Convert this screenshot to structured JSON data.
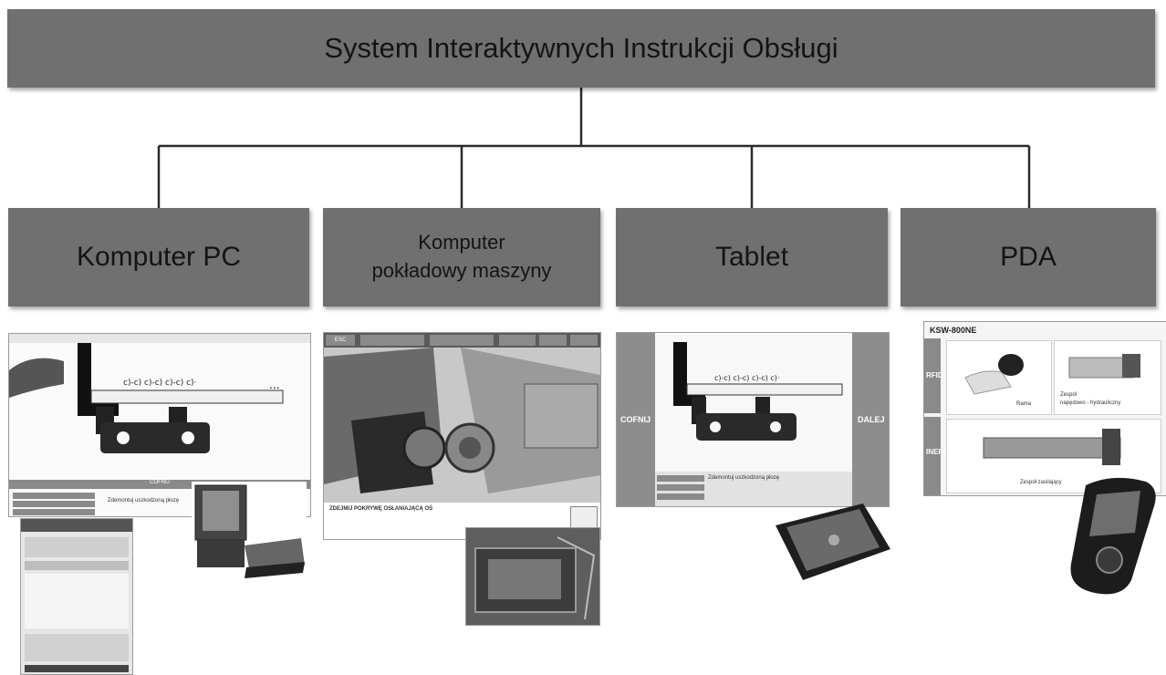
{
  "root": {
    "title": "System Interaktywnych Instrukcji Obsługi"
  },
  "targets": [
    {
      "label": "Komputer PC"
    },
    {
      "label_line1": "Komputer",
      "label_line2": "pokładowy  maszyny"
    },
    {
      "label": "Tablet"
    },
    {
      "label": "PDA"
    }
  ],
  "pc_screen": {
    "bottom_bar": "COFNIJ",
    "instruction": "Zdemontuj uszkodzoną płozę"
  },
  "onboard_screen": {
    "toolbar_esc": "ESC",
    "instruction": "ZDEJMIJ POKRYWĘ OSŁANIAJĄCĄ OŚ"
  },
  "tablet_screen": {
    "back": "COFNIJ",
    "next": "DALEJ",
    "instruction": "Zdemontuj uszkodzoną płozę"
  },
  "pda_screen": {
    "model": "KSW-800NE",
    "rfid": "RFID",
    "inerg": "INERG",
    "item1": "Rama",
    "item2_line1": "Zespół",
    "item2_line2": "napędowo - hydrauliczny",
    "item3": "Zespół zasilający"
  },
  "colors": {
    "box_fill": "#707070",
    "connector": "#2a2a2a"
  }
}
